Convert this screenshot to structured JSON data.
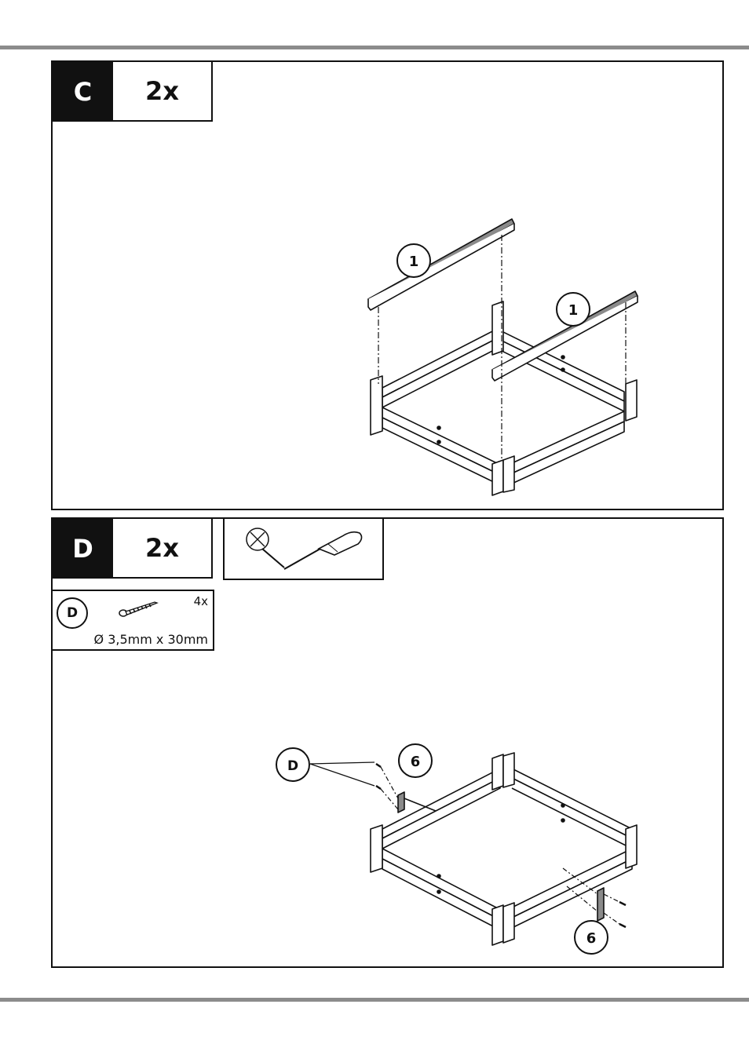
{
  "step_c": {
    "letter": "C",
    "quantity": "2x",
    "callouts": [
      "1",
      "1"
    ]
  },
  "step_d": {
    "letter": "D",
    "quantity": "2x",
    "tool": {
      "icon": "phillips-screwdriver-icon"
    },
    "parts": {
      "id": "D",
      "quantity": "4x",
      "spec": "Ø 3,5mm x 30mm",
      "icon": "screw-icon"
    },
    "callouts": {
      "screw": "D",
      "part_left": "6",
      "part_right": "6"
    }
  }
}
